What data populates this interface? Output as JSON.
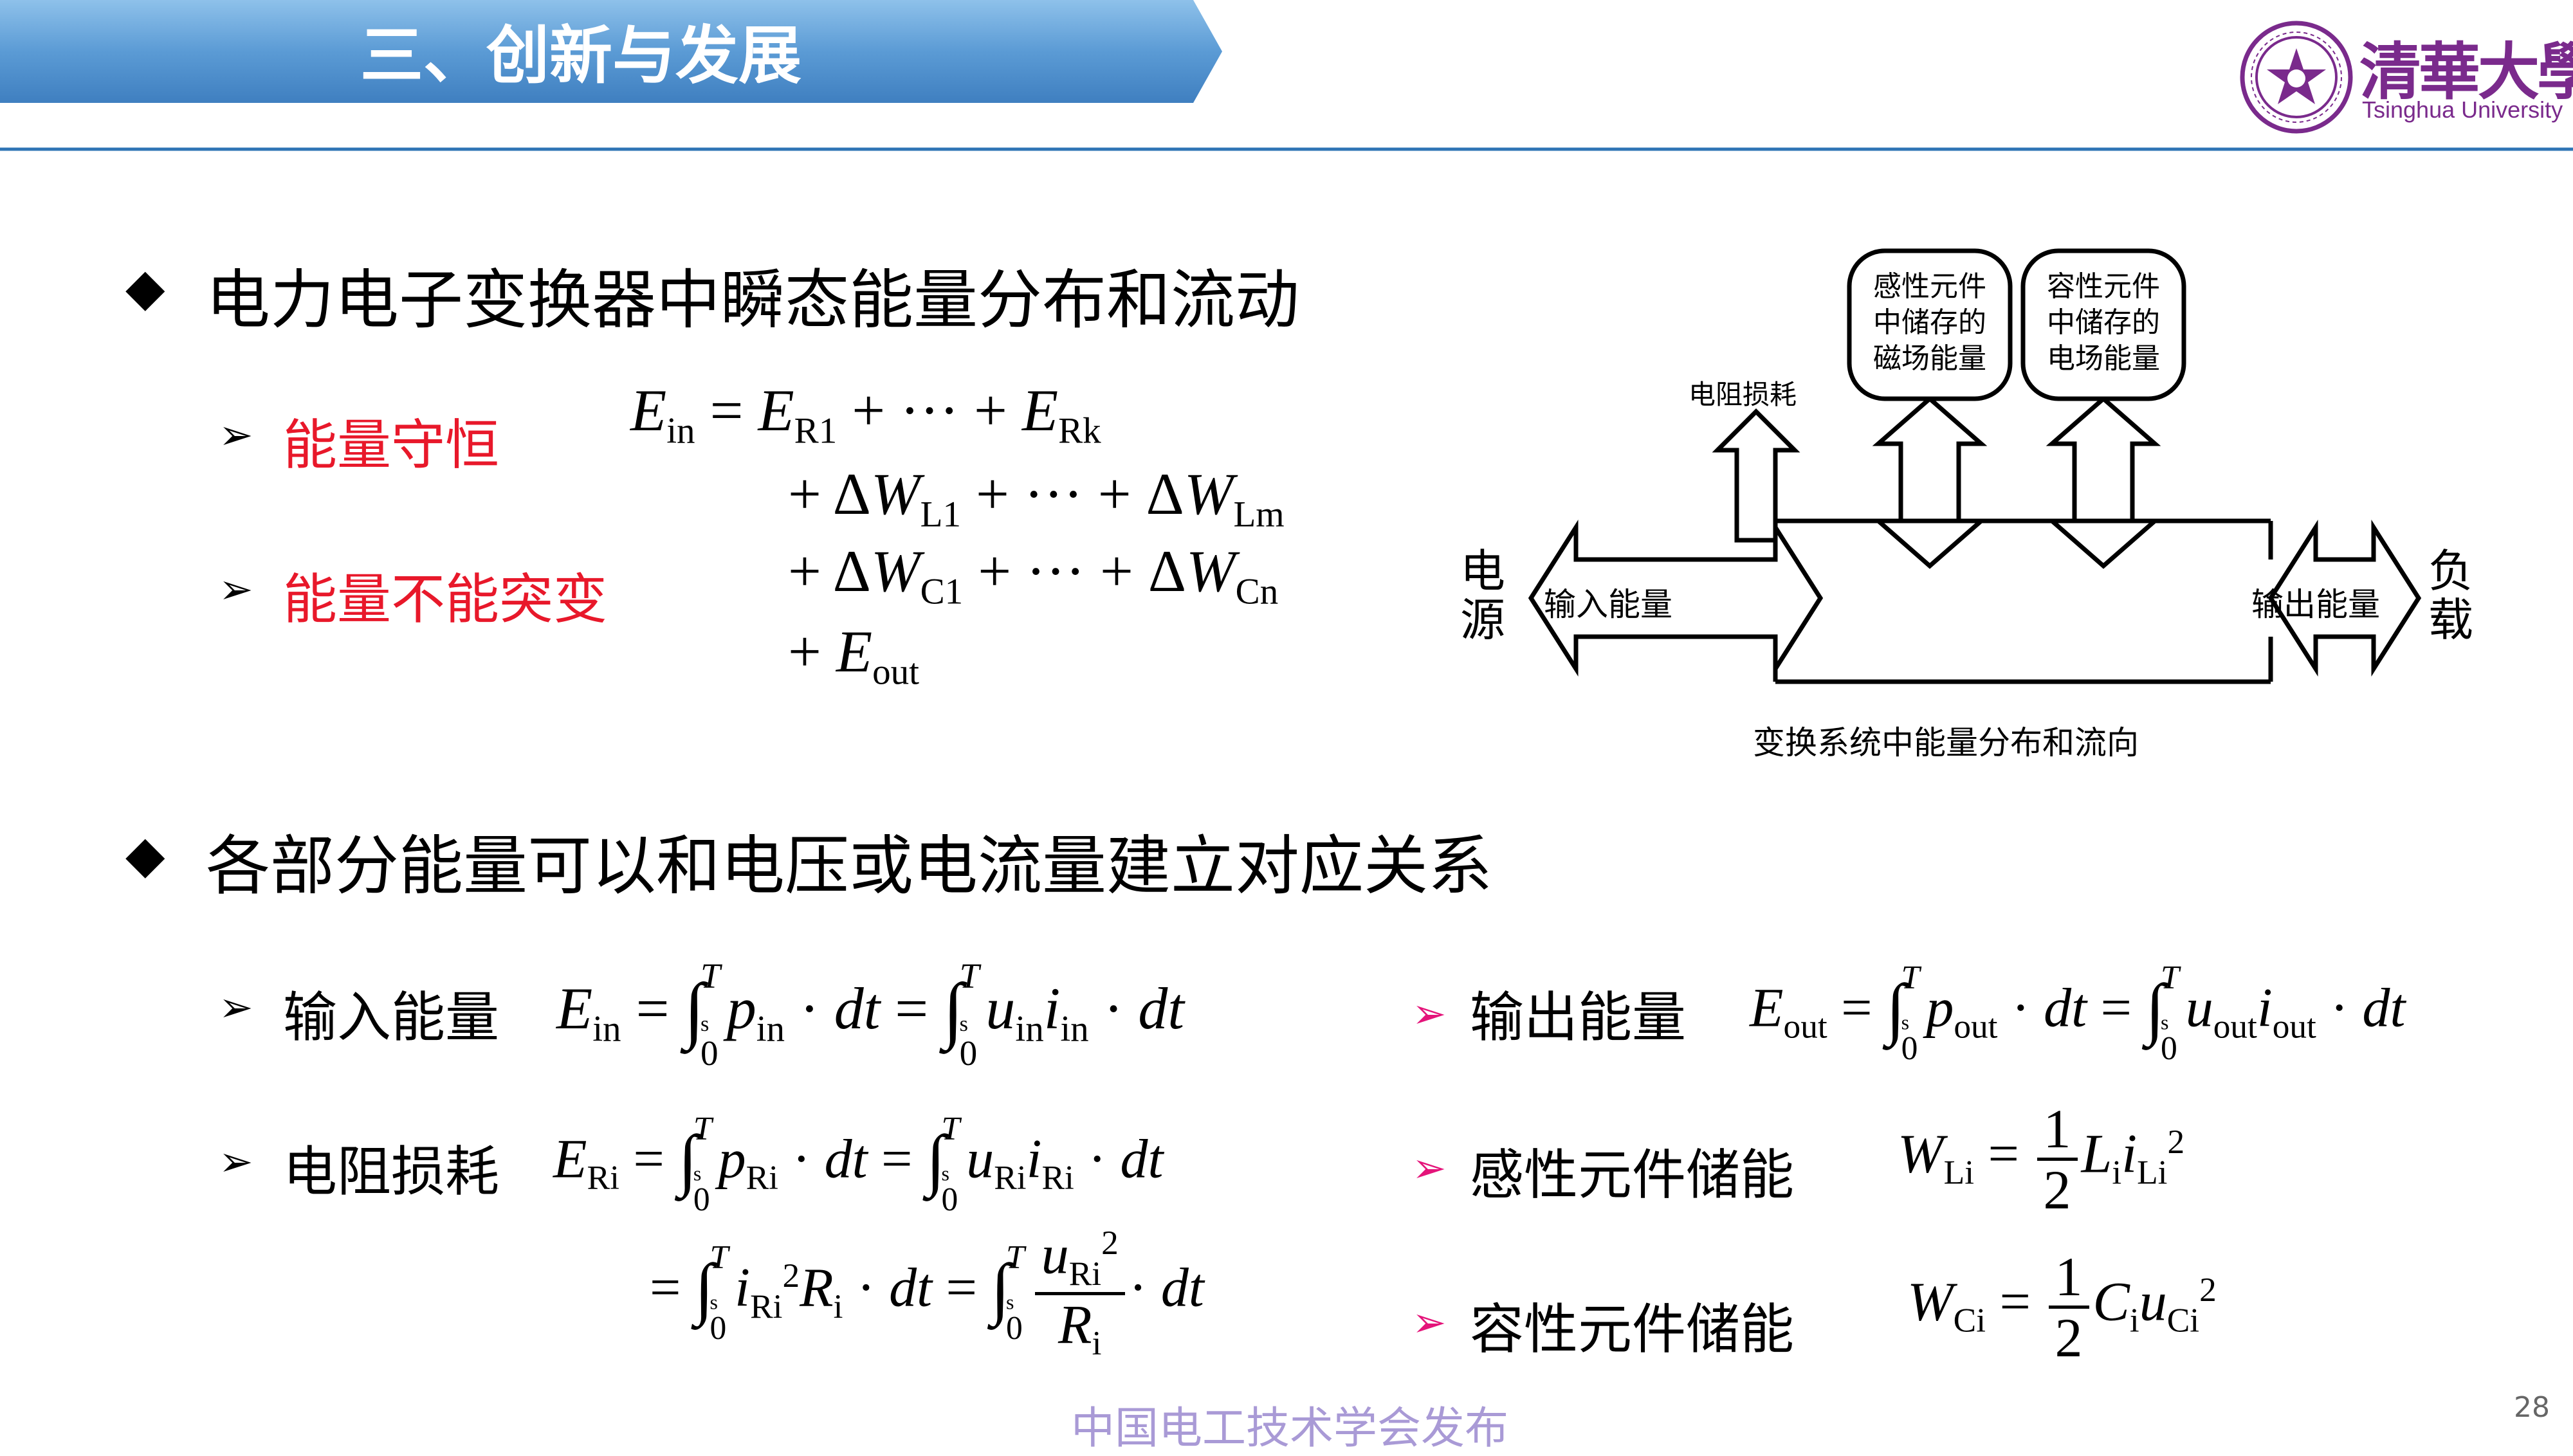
{
  "header": {
    "title": "三、创新与发展",
    "logo_cn": "清華大學",
    "logo_en": "Tsinghua University"
  },
  "section1": {
    "heading": "电力电子变换器中瞬态能量分布和流动",
    "items": [
      "能量守恒",
      "能量不能突变"
    ]
  },
  "diagram": {
    "source_label": "电源",
    "load_label": "负载",
    "input_arrow": "输入能量",
    "output_arrow": "输出能量",
    "loss_label": "电阻损耗",
    "inductor_box": [
      "感性元件",
      "中储存的",
      "磁场能量"
    ],
    "capacitor_box": [
      "容性元件",
      "中储存的",
      "电场能量"
    ],
    "caption": "变换系统中能量分布和流向"
  },
  "section2": {
    "heading": "各部分能量可以和电压或电流量建立对应关系",
    "items": [
      "输入能量",
      "电阻损耗",
      "输出能量",
      "感性元件储能",
      "容性元件储能"
    ]
  },
  "footer": {
    "publisher": "中国电工技术学会发布",
    "page_number": "28"
  },
  "colors": {
    "header_blue": "#5b9bd5",
    "accent_red": "#e8182a",
    "accent_pink": "#e4147a",
    "logo_purple": "#7a2a8c",
    "footer_text": "#a99ad6"
  }
}
